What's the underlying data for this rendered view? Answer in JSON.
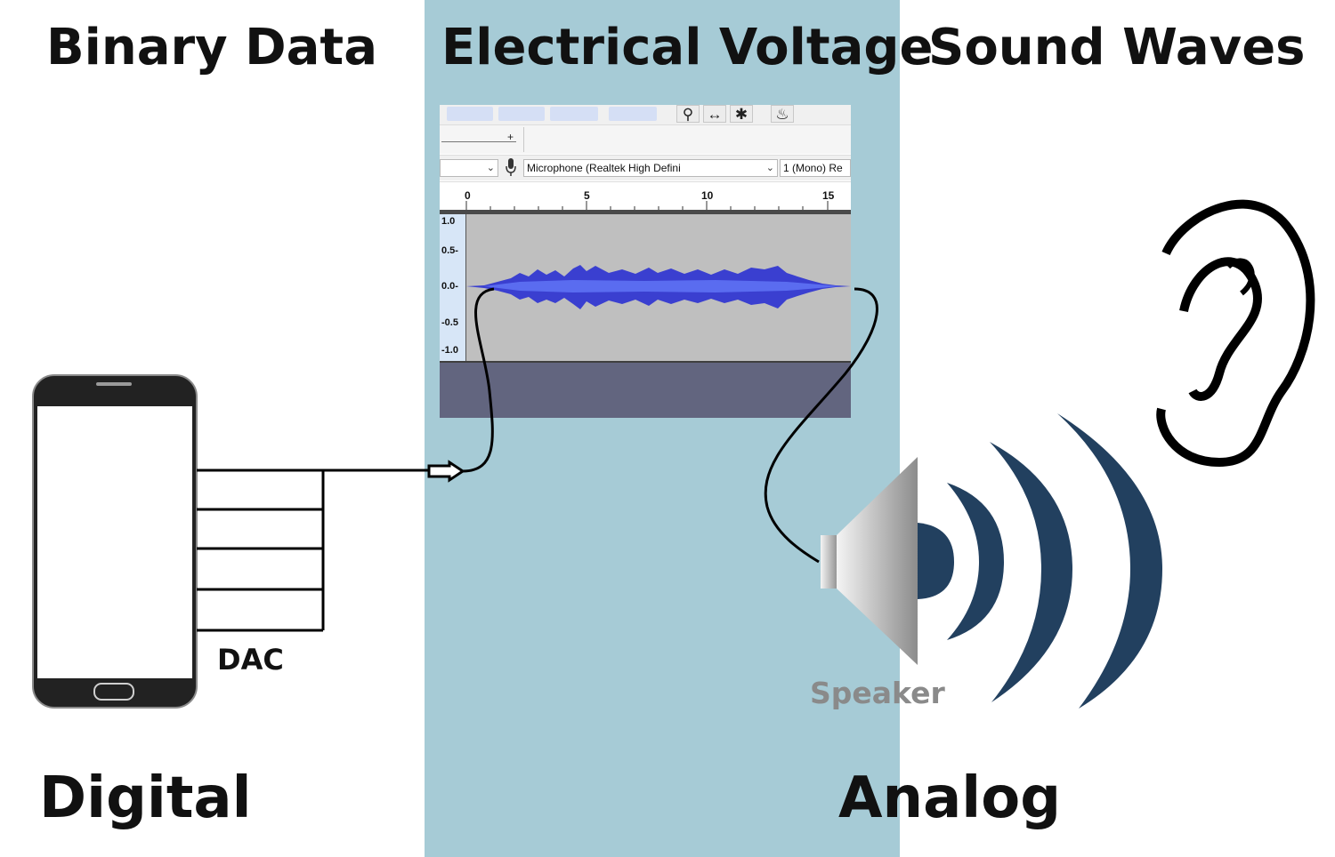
{
  "headings": {
    "binary_data": "Binary Data",
    "electrical_voltage": "Electrical Voltage",
    "sound_waves": "Sound Waves",
    "digital": "Digital",
    "analog": "Analog"
  },
  "labels": {
    "dac": "DAC",
    "speaker": "Speaker"
  },
  "audacity": {
    "input_device": "Microphone (Realtek High Defini",
    "channels": "1 (Mono) Re",
    "ruler_ticks": [
      "0",
      "5",
      "10",
      "15"
    ],
    "amplitude_labels": [
      "1.0",
      "0.5-",
      "0.0-",
      "-0.5",
      "-1.0"
    ],
    "toolbar_icons": [
      "zoom-icon",
      "fit-icon",
      "multi-tool-icon",
      "volume-icon"
    ]
  },
  "colors": {
    "band": "#a6cbd6",
    "waveform": "#3a3fd0",
    "sound_waves": "#22405f",
    "speaker_label": "#8a8a8a"
  }
}
